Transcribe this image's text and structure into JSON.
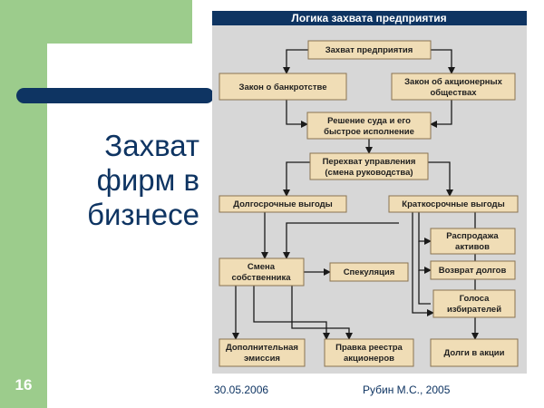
{
  "slide": {
    "title": "Захват\nфирм в\nбизнесе",
    "number": "16",
    "footer_date": "30.05.2006",
    "footer_author": "Рубин М.С.,  2005"
  },
  "diagram": {
    "header": "Логика захвата предприятия",
    "boxes": {
      "capture": "Захват предприятия",
      "bankruptcy_law": "Закон о банкротстве",
      "jsc_law": [
        "Закон об акционерных",
        "обществах"
      ],
      "court_decision": [
        "Решение суда и его",
        "быстрое исполнение"
      ],
      "management_takeover": [
        "Перехват управления",
        "(смена руководства)"
      ],
      "long_term": "Долгосрочные выгоды",
      "short_term": "Краткосрочные выгоды",
      "asset_sale": [
        "Распродажа",
        "активов"
      ],
      "debt_return": "Возврат долгов",
      "voter_votes": [
        "Голоса",
        "избирателей"
      ],
      "owner_change": [
        "Смена",
        "собственника"
      ],
      "speculation": "Спекуляция",
      "additional_emission": [
        "Дополнительная",
        "эмиссия"
      ],
      "registry_edit": [
        "Правка реестра",
        "акционеров"
      ],
      "debts_to_shares": "Долги в акции"
    }
  },
  "colors": {
    "slide_green": "#9ccc8c",
    "navy": "#0e3462",
    "diagram_bg": "#d7d7d7",
    "box_fill": "#f0ddb6",
    "box_stroke": "#8a7350",
    "line": "#1a1a1a"
  }
}
